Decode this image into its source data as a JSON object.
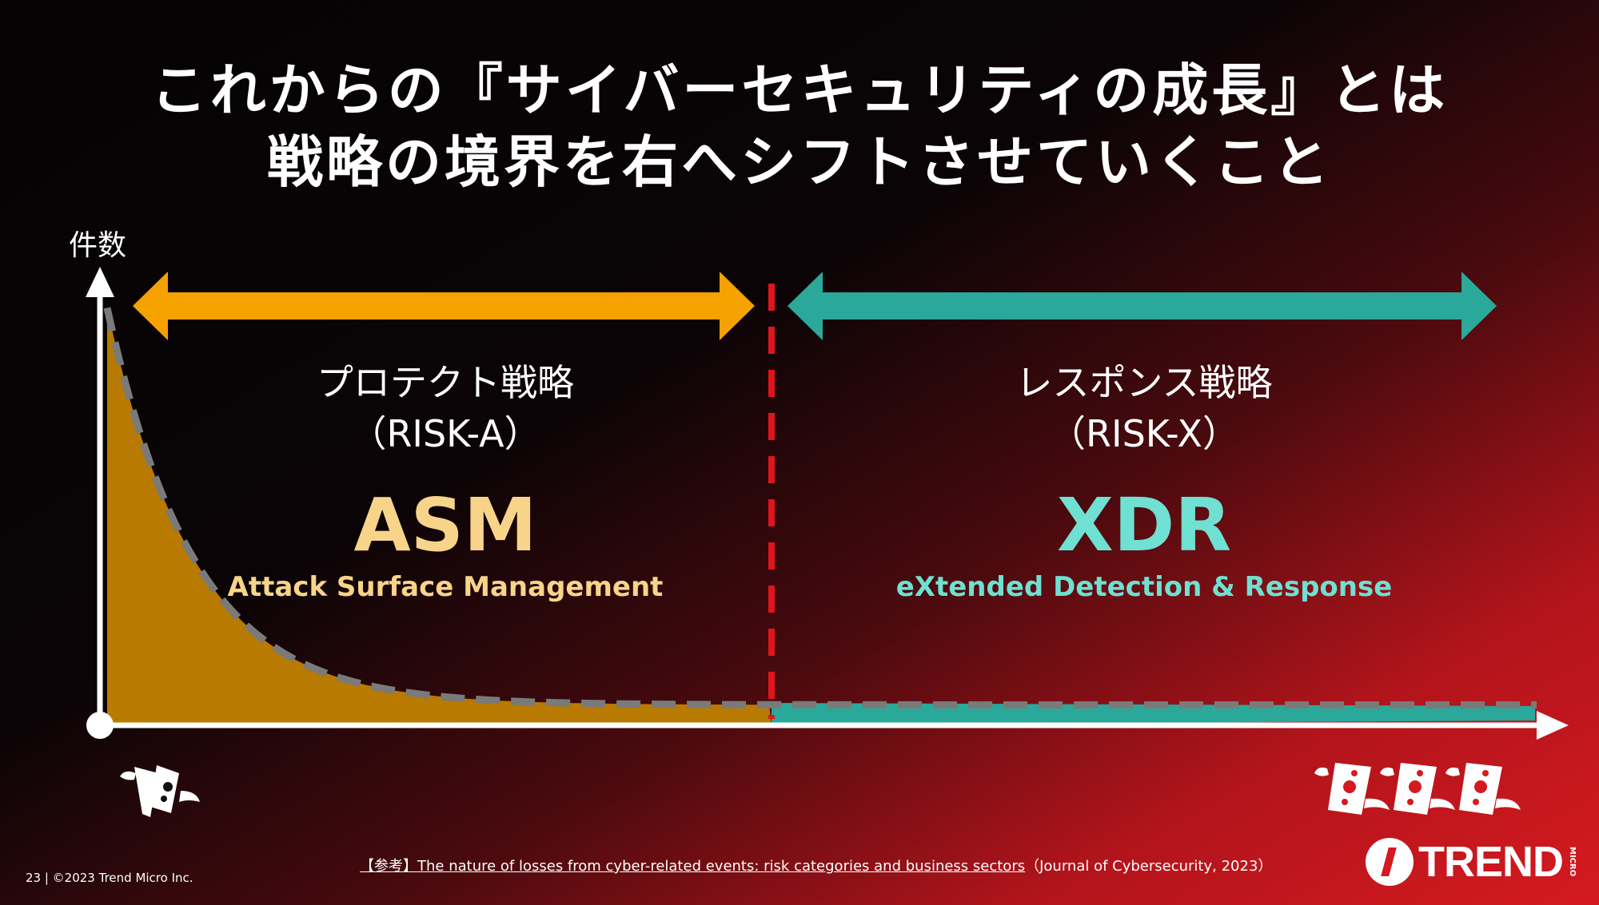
{
  "title": {
    "line1": "これからの『サイバーセキュリティの成長』とは",
    "line2": "戦略の境界を右へシフトさせていくこと"
  },
  "axis": {
    "y_label": "件数"
  },
  "left": {
    "strategy": "プロテクト戦略",
    "risk": "（RISK-A）",
    "acronym": "ASM",
    "full": "Attack Surface Management",
    "color": "#f5a100",
    "text_color": "#f7d48a"
  },
  "right": {
    "strategy": "レスポンス戦略",
    "risk": "（RISK-X）",
    "acronym": "XDR",
    "full": "eXtended Detection & Response",
    "color": "#2aa89a",
    "text_color": "#6fe0d2"
  },
  "footer": {
    "page": "23 | ©2023 Trend Micro Inc.",
    "reference_tag": "【参考】",
    "reference_title": "The nature of losses from cyber-related events: risk categories and business sectors",
    "reference_source": "（Journal of Cybersecurity, 2023）",
    "logo": "TREND MICRO"
  },
  "icons": {
    "left": "flying-money-icon",
    "right": "flying-money-icon"
  }
}
